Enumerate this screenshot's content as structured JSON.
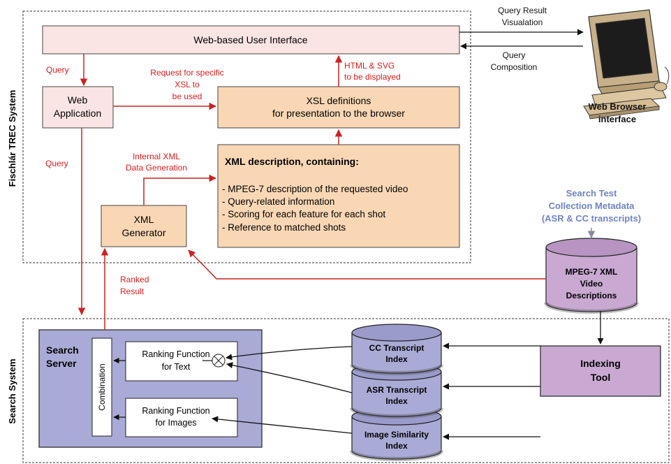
{
  "systems": {
    "fischlar": "Fischlár TREC System",
    "search": "Search System"
  },
  "colors": {
    "peach": "#f9d7b5",
    "pink": "#fbe4e4",
    "lavender": "#aaaad6",
    "mauve": "#c9a9d2",
    "arrow_red": "#cc2222",
    "label_red": "#e01a1a",
    "label_blue": "#6f84c4"
  },
  "boxes": {
    "web_ui": "Web-based User Interface",
    "web_app": [
      "Web",
      "Application"
    ],
    "xsl": [
      "XSL definitions",
      "for presentation to the browser"
    ],
    "xml_desc": {
      "title": "XML description, containing:",
      "items": [
        "- MPEG-7 description of the requested video",
        "- Query-related information",
        "- Scoring for each feature for each shot",
        "- Reference to matched shots"
      ]
    },
    "xml_gen": [
      "XML",
      "Generator"
    ],
    "search_server": [
      "Search",
      "Server"
    ],
    "combination": "Combination",
    "rank_text": [
      "Ranking Function",
      "for Text"
    ],
    "rank_images": [
      "Ranking Function",
      "for Images"
    ],
    "indexing_tool": [
      "Indexing",
      "Tool"
    ]
  },
  "cylinders": {
    "mpeg7": [
      "MPEG-7 XML",
      "Video",
      "Descriptions"
    ],
    "cc": [
      "CC Transcript",
      "Index"
    ],
    "asr": [
      "ASR Transcript",
      "Index"
    ],
    "img": [
      "Image Similarity",
      "Index"
    ]
  },
  "labels": {
    "query1": "Query",
    "query2": "Query",
    "request_xsl": [
      "Request for specific",
      "XSL to",
      "be used"
    ],
    "html_svg": [
      "HTML & SVG",
      "to be displayed"
    ],
    "internal_xml": [
      "Internal XML",
      "Data Generation"
    ],
    "ranked_result": [
      "Ranked",
      "Result"
    ],
    "query_result": [
      "Query Result",
      "Visualation"
    ],
    "query_comp": [
      "Query",
      "Composition"
    ],
    "browser": [
      "Web Browser",
      "interface"
    ],
    "metadata": [
      "Search Test",
      "Collection Metadata",
      "(ASR & CC transcripts)"
    ]
  }
}
